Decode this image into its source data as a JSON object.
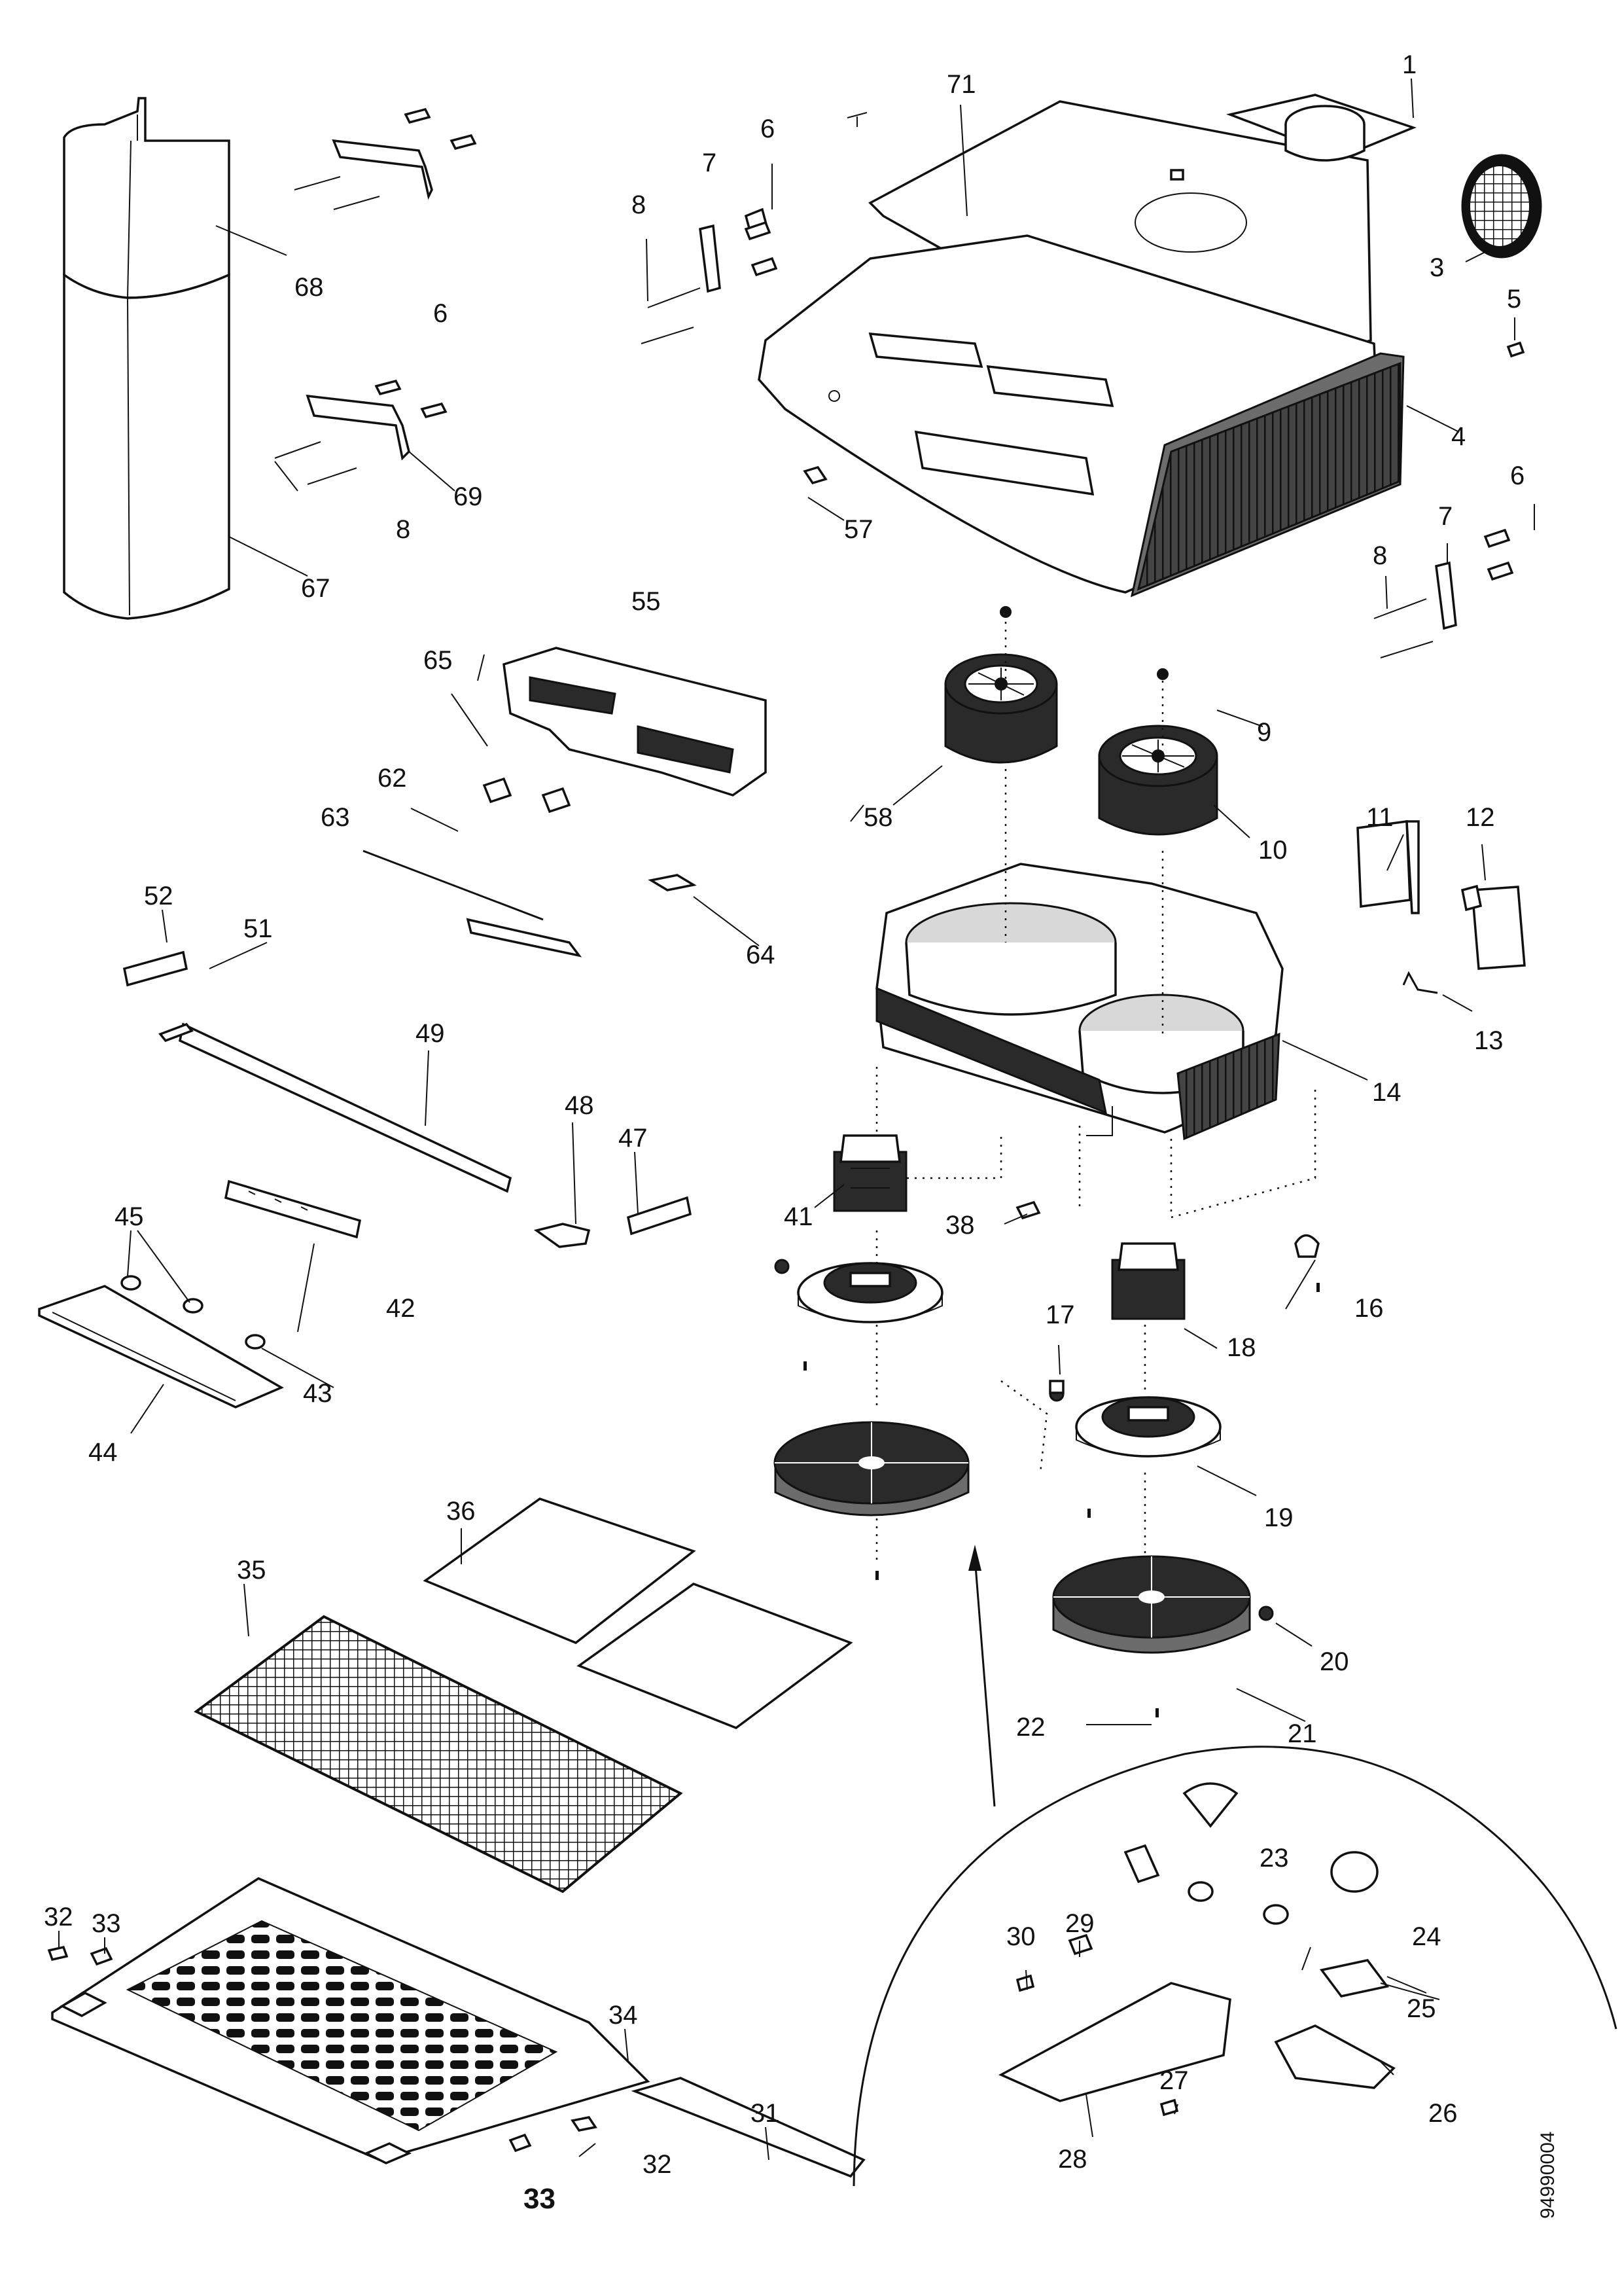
{
  "diagram": {
    "labels": [
      "1",
      "3",
      "4",
      "5",
      "6",
      "6",
      "6",
      "7",
      "7",
      "8",
      "8",
      "8",
      "9",
      "10",
      "11",
      "12",
      "13",
      "14",
      "16",
      "17",
      "18",
      "19",
      "20",
      "21",
      "22",
      "23",
      "24",
      "25",
      "26",
      "27",
      "28",
      "29",
      "30",
      "31",
      "32",
      "32",
      "33",
      "33",
      "34",
      "35",
      "36",
      "38",
      "41",
      "42",
      "43",
      "44",
      "45",
      "47",
      "48",
      "49",
      "51",
      "52",
      "55",
      "57",
      "58",
      "62",
      "63",
      "64",
      "65",
      "67",
      "68",
      "69",
      "71"
    ],
    "doc_number": "94990004"
  }
}
